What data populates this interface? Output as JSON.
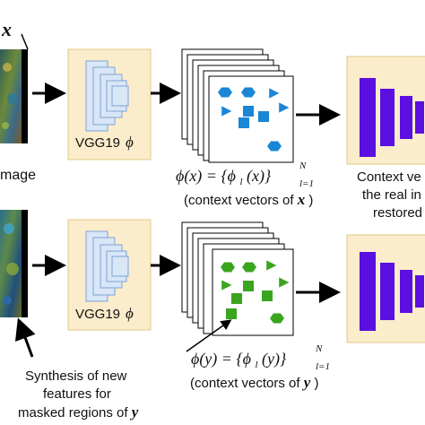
{
  "top": {
    "image_var": "x",
    "image_label": "mage",
    "vgg_label": "VGG19",
    "vgg_phi": "ϕ",
    "formula": "ϕ(x) = {ϕl(x)} l=1 N",
    "formula_lhs": "ϕ(x)",
    "formula_rhs": "= {ϕ",
    "formula_sub_l": "l",
    "formula_arg": "(x)}",
    "formula_sub": "l=1",
    "formula_sup": "N",
    "caption_prefix": "(context vectors of",
    "caption_var": "x",
    "caption_suffix": ")",
    "right_text": [
      "Context ve",
      "the real in",
      "restored"
    ]
  },
  "bottom": {
    "vgg_label": "VGG19",
    "vgg_phi": "ϕ",
    "formula_lhs": "ϕ(y)",
    "formula_rhs": "= {ϕ",
    "formula_sub_l": "l",
    "formula_arg": "(y)}",
    "formula_sub": "l=1",
    "formula_sup": "N",
    "caption_prefix": "(context vectors of",
    "caption_var": "y",
    "caption_suffix": ")",
    "synthesis_text": [
      "Synthesis of new",
      "features for",
      "masked regions of"
    ],
    "synthesis_var": "y"
  },
  "colors": {
    "vgg_box_fill": "#fbeccb",
    "vgg_box_stroke": "#e0c98a",
    "vgg_layer_fill": "#d8e6f7",
    "vgg_layer_stroke": "#7ea3d6",
    "feature_blue": "#1a86d6",
    "feature_green": "#3aa51f",
    "decoder_purple": "#5b0fe0",
    "arrow": "#000000"
  }
}
